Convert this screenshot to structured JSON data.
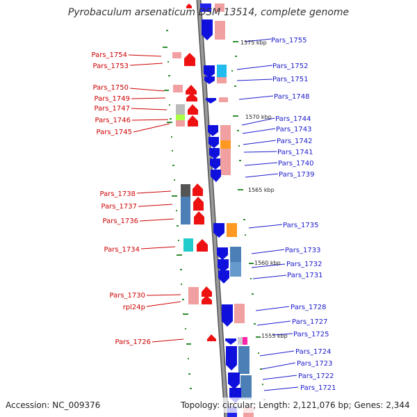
{
  "title": "Pyrobaculum arsenaticum DSM 13514, complete genome",
  "footer": {
    "accession": "Accession: NC_009376",
    "summary": "Topology: circular; Length: 2,121,076 bp; Genes: 2,344"
  },
  "colors": {
    "backbone": "#8a8a8a",
    "left_label": "#cc0000",
    "right_label": "#1a1acc",
    "forward_arrow": "#1010dd",
    "reverse_arrow": "#ee1111",
    "tick": "#2e8b2e"
  },
  "kbp_markers": [
    "1575 kbp",
    "1570 kbp",
    "1565 kbp",
    "1560 kbp",
    "1555 kbp"
  ],
  "left_labels": [
    "Pars_1754",
    "Pars_1753",
    "Pars_1750",
    "Pars_1749",
    "Pars_1747",
    "Pars_1746",
    "Pars_1745",
    "Pars_1738",
    "Pars_1737",
    "Pars_1736",
    "Pars_1734",
    "Pars_1730",
    "rpl24p",
    "Pars_1726"
  ],
  "right_labels": [
    "Pars_1755",
    "Pars_1752",
    "Pars_1751",
    "Pars_1748",
    "Pars_1744",
    "Pars_1743",
    "Pars_1742",
    "Pars_1741",
    "Pars_1740",
    "Pars_1739",
    "Pars_1735",
    "Pars_1733",
    "Pars_1732",
    "Pars_1731",
    "Pars_1728",
    "Pars_1727",
    "Pars_1725",
    "Pars_1724",
    "Pars_1723",
    "Pars_1722",
    "Pars_1721"
  ]
}
